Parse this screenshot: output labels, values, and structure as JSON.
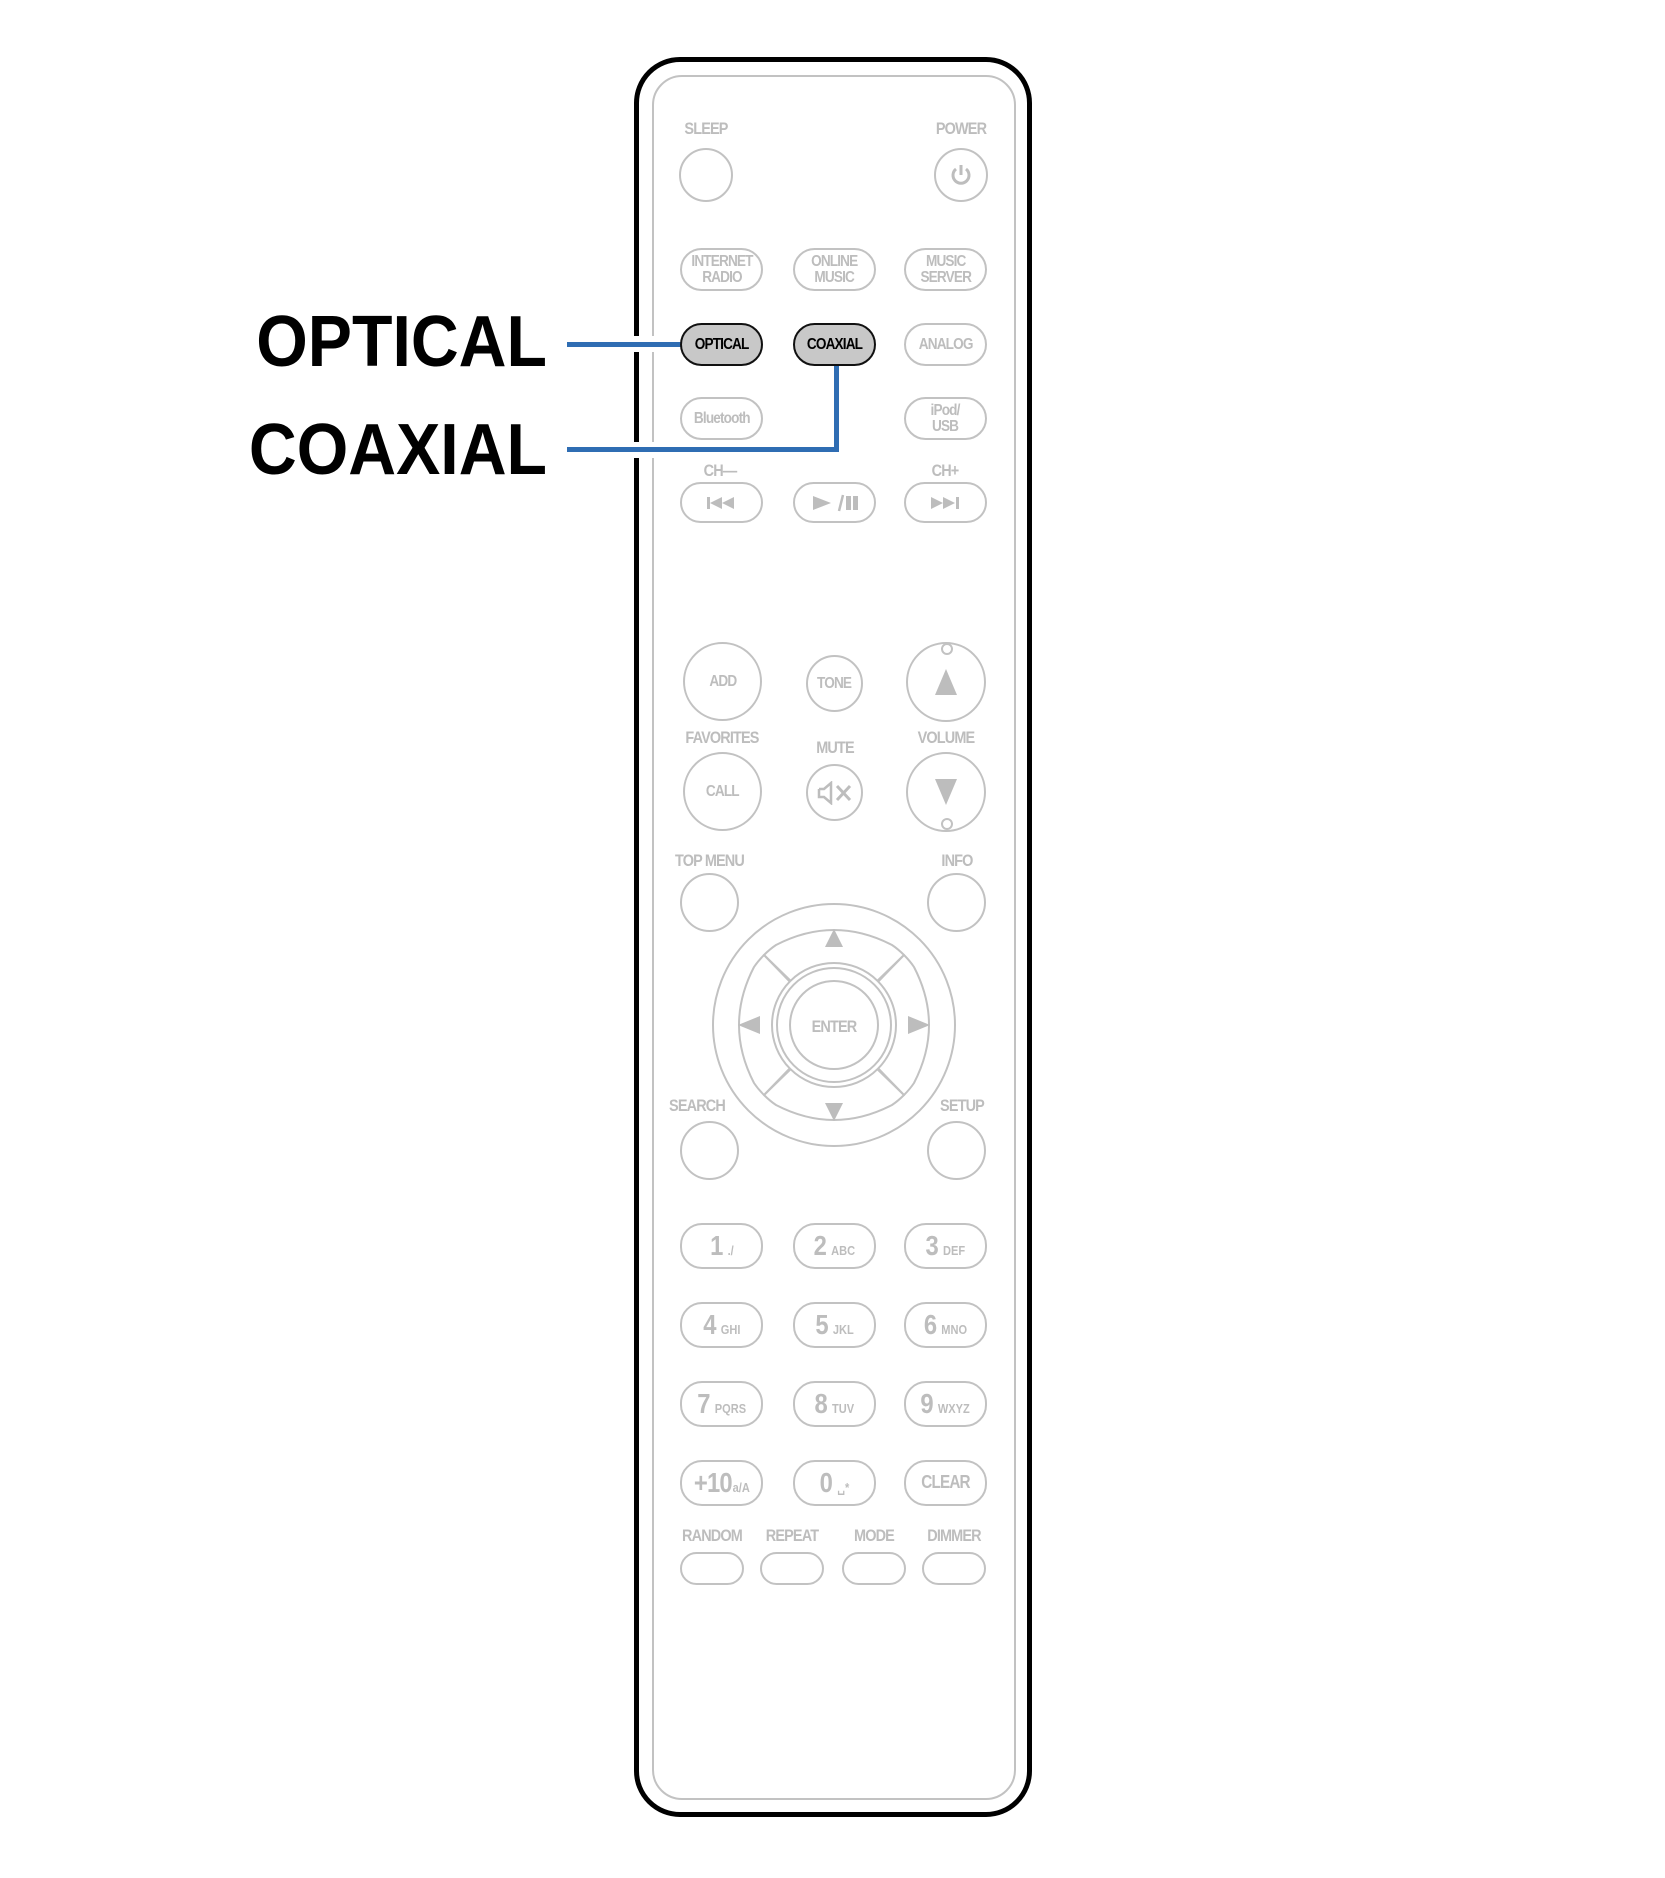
{
  "callouts": {
    "optical": "OPTICAL",
    "coaxial": "COAXIAL",
    "line_color": "#2f6db3"
  },
  "remote": {
    "top": {
      "sleep_label": "SLEEP",
      "power_label": "POWER",
      "power_icon": "power-icon"
    },
    "sources": {
      "internet_radio": "INTERNET\nRADIO",
      "online_music": "ONLINE\nMUSIC",
      "music_server": "MUSIC\nSERVER",
      "optical": "OPTICAL",
      "coaxial": "COAXIAL",
      "analog": "ANALOG",
      "bluetooth": "Bluetooth",
      "ipod_usb": "iPod/\nUSB",
      "highlighted": [
        "OPTICAL",
        "COAXIAL"
      ]
    },
    "transport": {
      "ch_minus_label": "CH—",
      "ch_plus_label": "CH+",
      "prev_icon": "skip-back-icon",
      "play_pause_icon": "play-pause-icon",
      "next_icon": "skip-forward-icon"
    },
    "middle": {
      "add": "ADD",
      "tone": "TONE",
      "favorites_label": "FAVORITES",
      "call": "CALL",
      "mute_label": "MUTE",
      "mute_icon": "mute-icon",
      "volume_label": "VOLUME",
      "volume_up_icon": "triangle-up-icon",
      "volume_down_icon": "triangle-down-icon"
    },
    "nav": {
      "top_menu_label": "TOP MENU",
      "info_label": "INFO",
      "search_label": "SEARCH",
      "setup_label": "SETUP",
      "enter": "ENTER"
    },
    "keypad": [
      {
        "num": "1",
        "sub": "./"
      },
      {
        "num": "2",
        "sub": "ABC"
      },
      {
        "num": "3",
        "sub": "DEF"
      },
      {
        "num": "4",
        "sub": "GHI"
      },
      {
        "num": "5",
        "sub": "JKL"
      },
      {
        "num": "6",
        "sub": "MNO"
      },
      {
        "num": "7",
        "sub": "PQRS"
      },
      {
        "num": "8",
        "sub": "TUV"
      },
      {
        "num": "9",
        "sub": "WXYZ"
      },
      {
        "num": "+10",
        "sub": "a/A"
      },
      {
        "num": "0",
        "sub": "␣*"
      },
      {
        "num": "CLEAR",
        "sub": ""
      }
    ],
    "bottom": {
      "random": "RANDOM",
      "repeat": "REPEAT",
      "mode": "MODE",
      "dimmer": "DIMMER"
    }
  }
}
